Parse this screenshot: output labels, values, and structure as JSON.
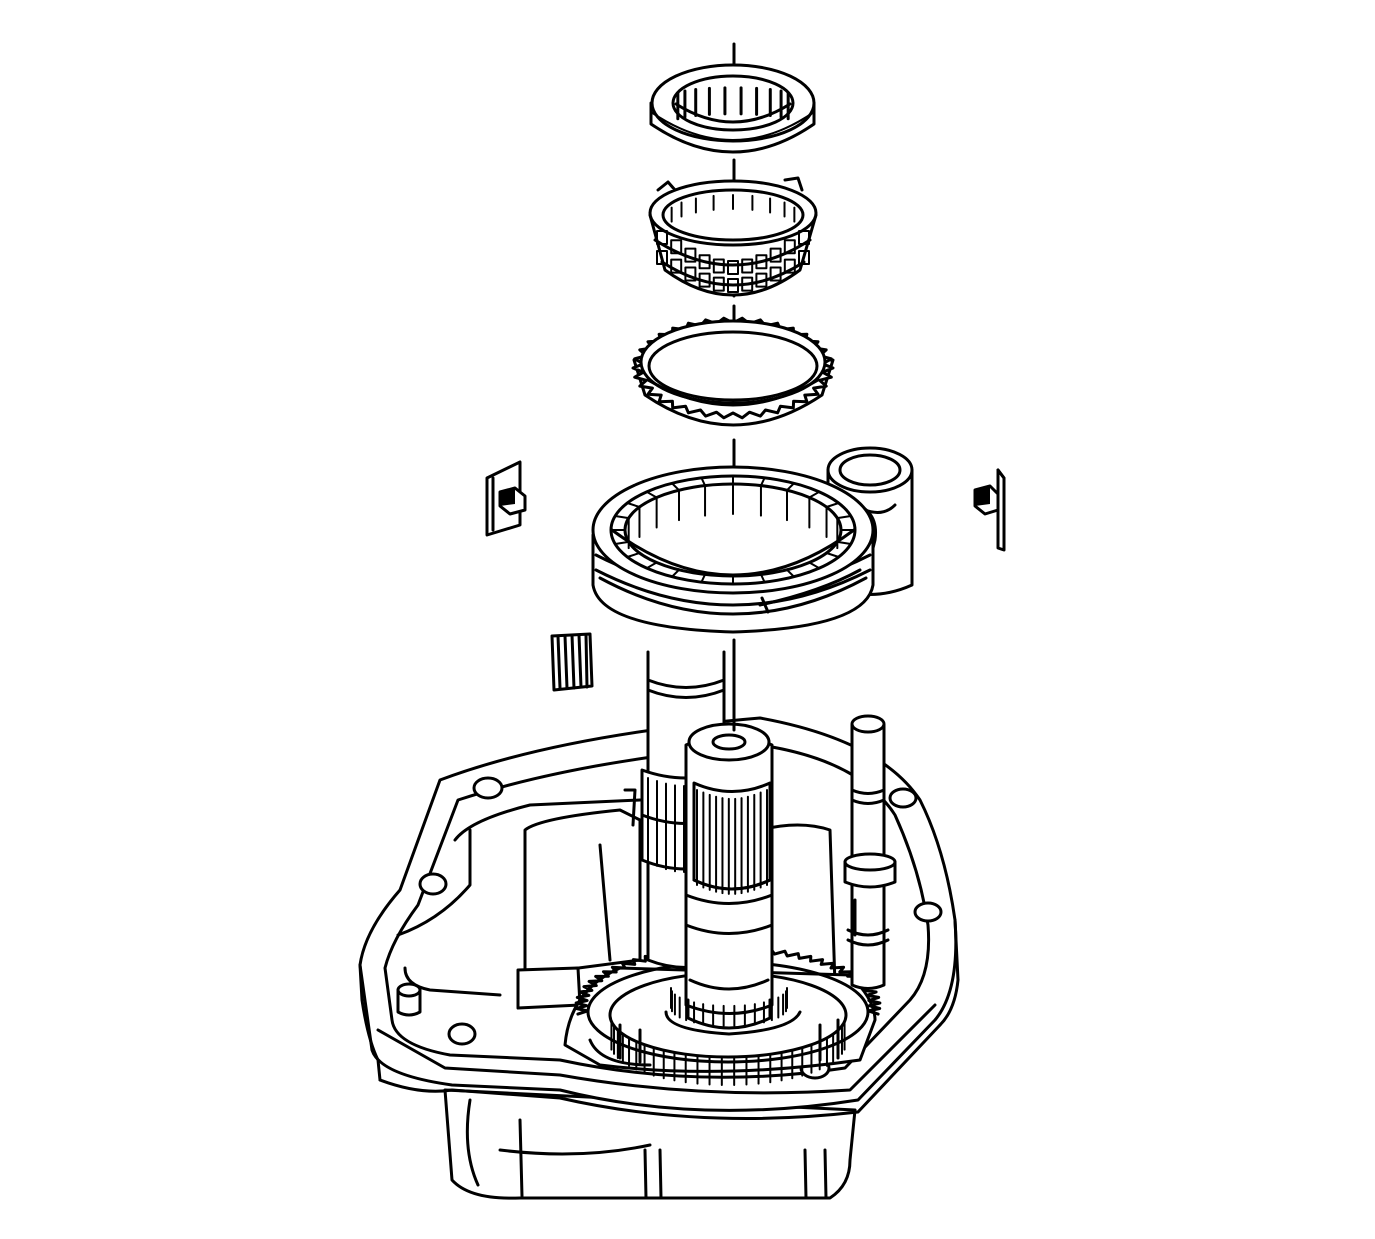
{
  "figure": {
    "stroke_color": "#000000",
    "background_color": "#ffffff",
    "parts": [
      "bearing-cup",
      "needle-bearing-cage",
      "synchronizer-blocker-ring",
      "synchronizer-sleeve-and-hub",
      "shift-fork-bore",
      "synchronizer-key-left",
      "synchronizer-key-right",
      "needle-roller-set",
      "output-shaft",
      "countershaft",
      "shift-rail",
      "transmission-case"
    ]
  }
}
